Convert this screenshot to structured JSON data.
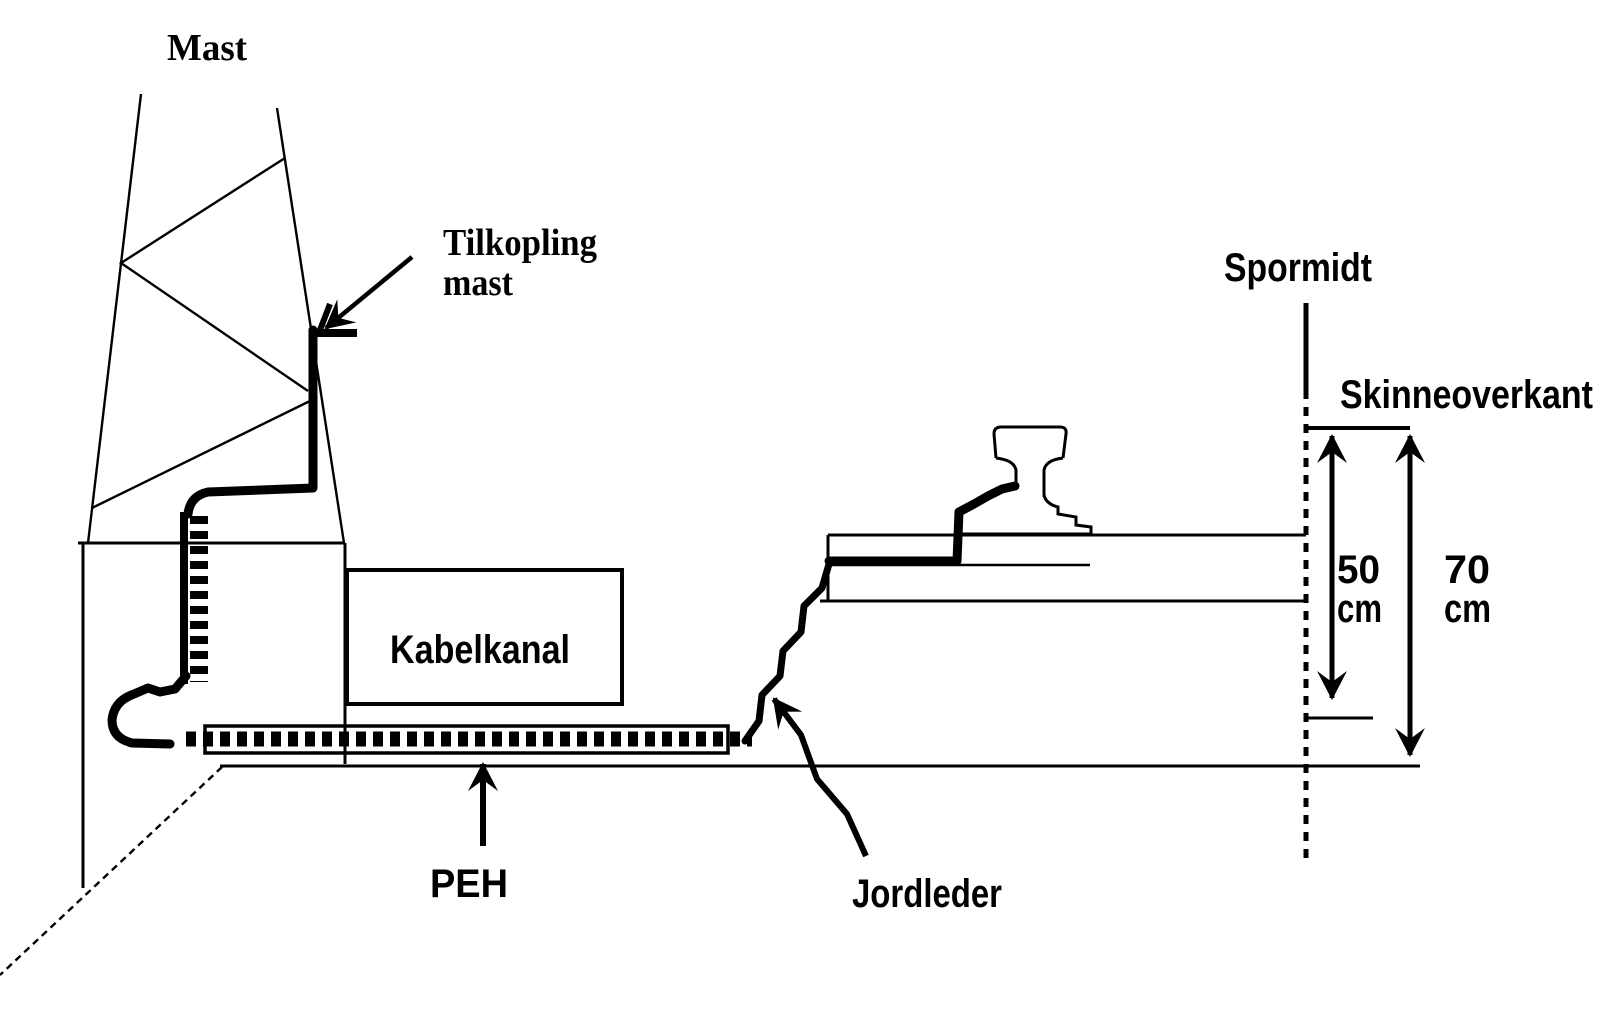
{
  "colors": {
    "ink": "#000000",
    "paper": "#ffffff"
  },
  "labels": {
    "mast": "Mast",
    "tilkopling_line1": "Tilkopling",
    "tilkopling_line2": "mast",
    "kabelkanal": "Kabelkanal",
    "peh": "PEH",
    "jordleder": "Jordleder",
    "spormidt": "Spormidt",
    "skinneoverkant": "Skinneoverkant"
  },
  "measurements": {
    "depth_50": {
      "value": "50",
      "unit": "cm"
    },
    "depth_70": {
      "value": "70",
      "unit": "cm"
    }
  }
}
